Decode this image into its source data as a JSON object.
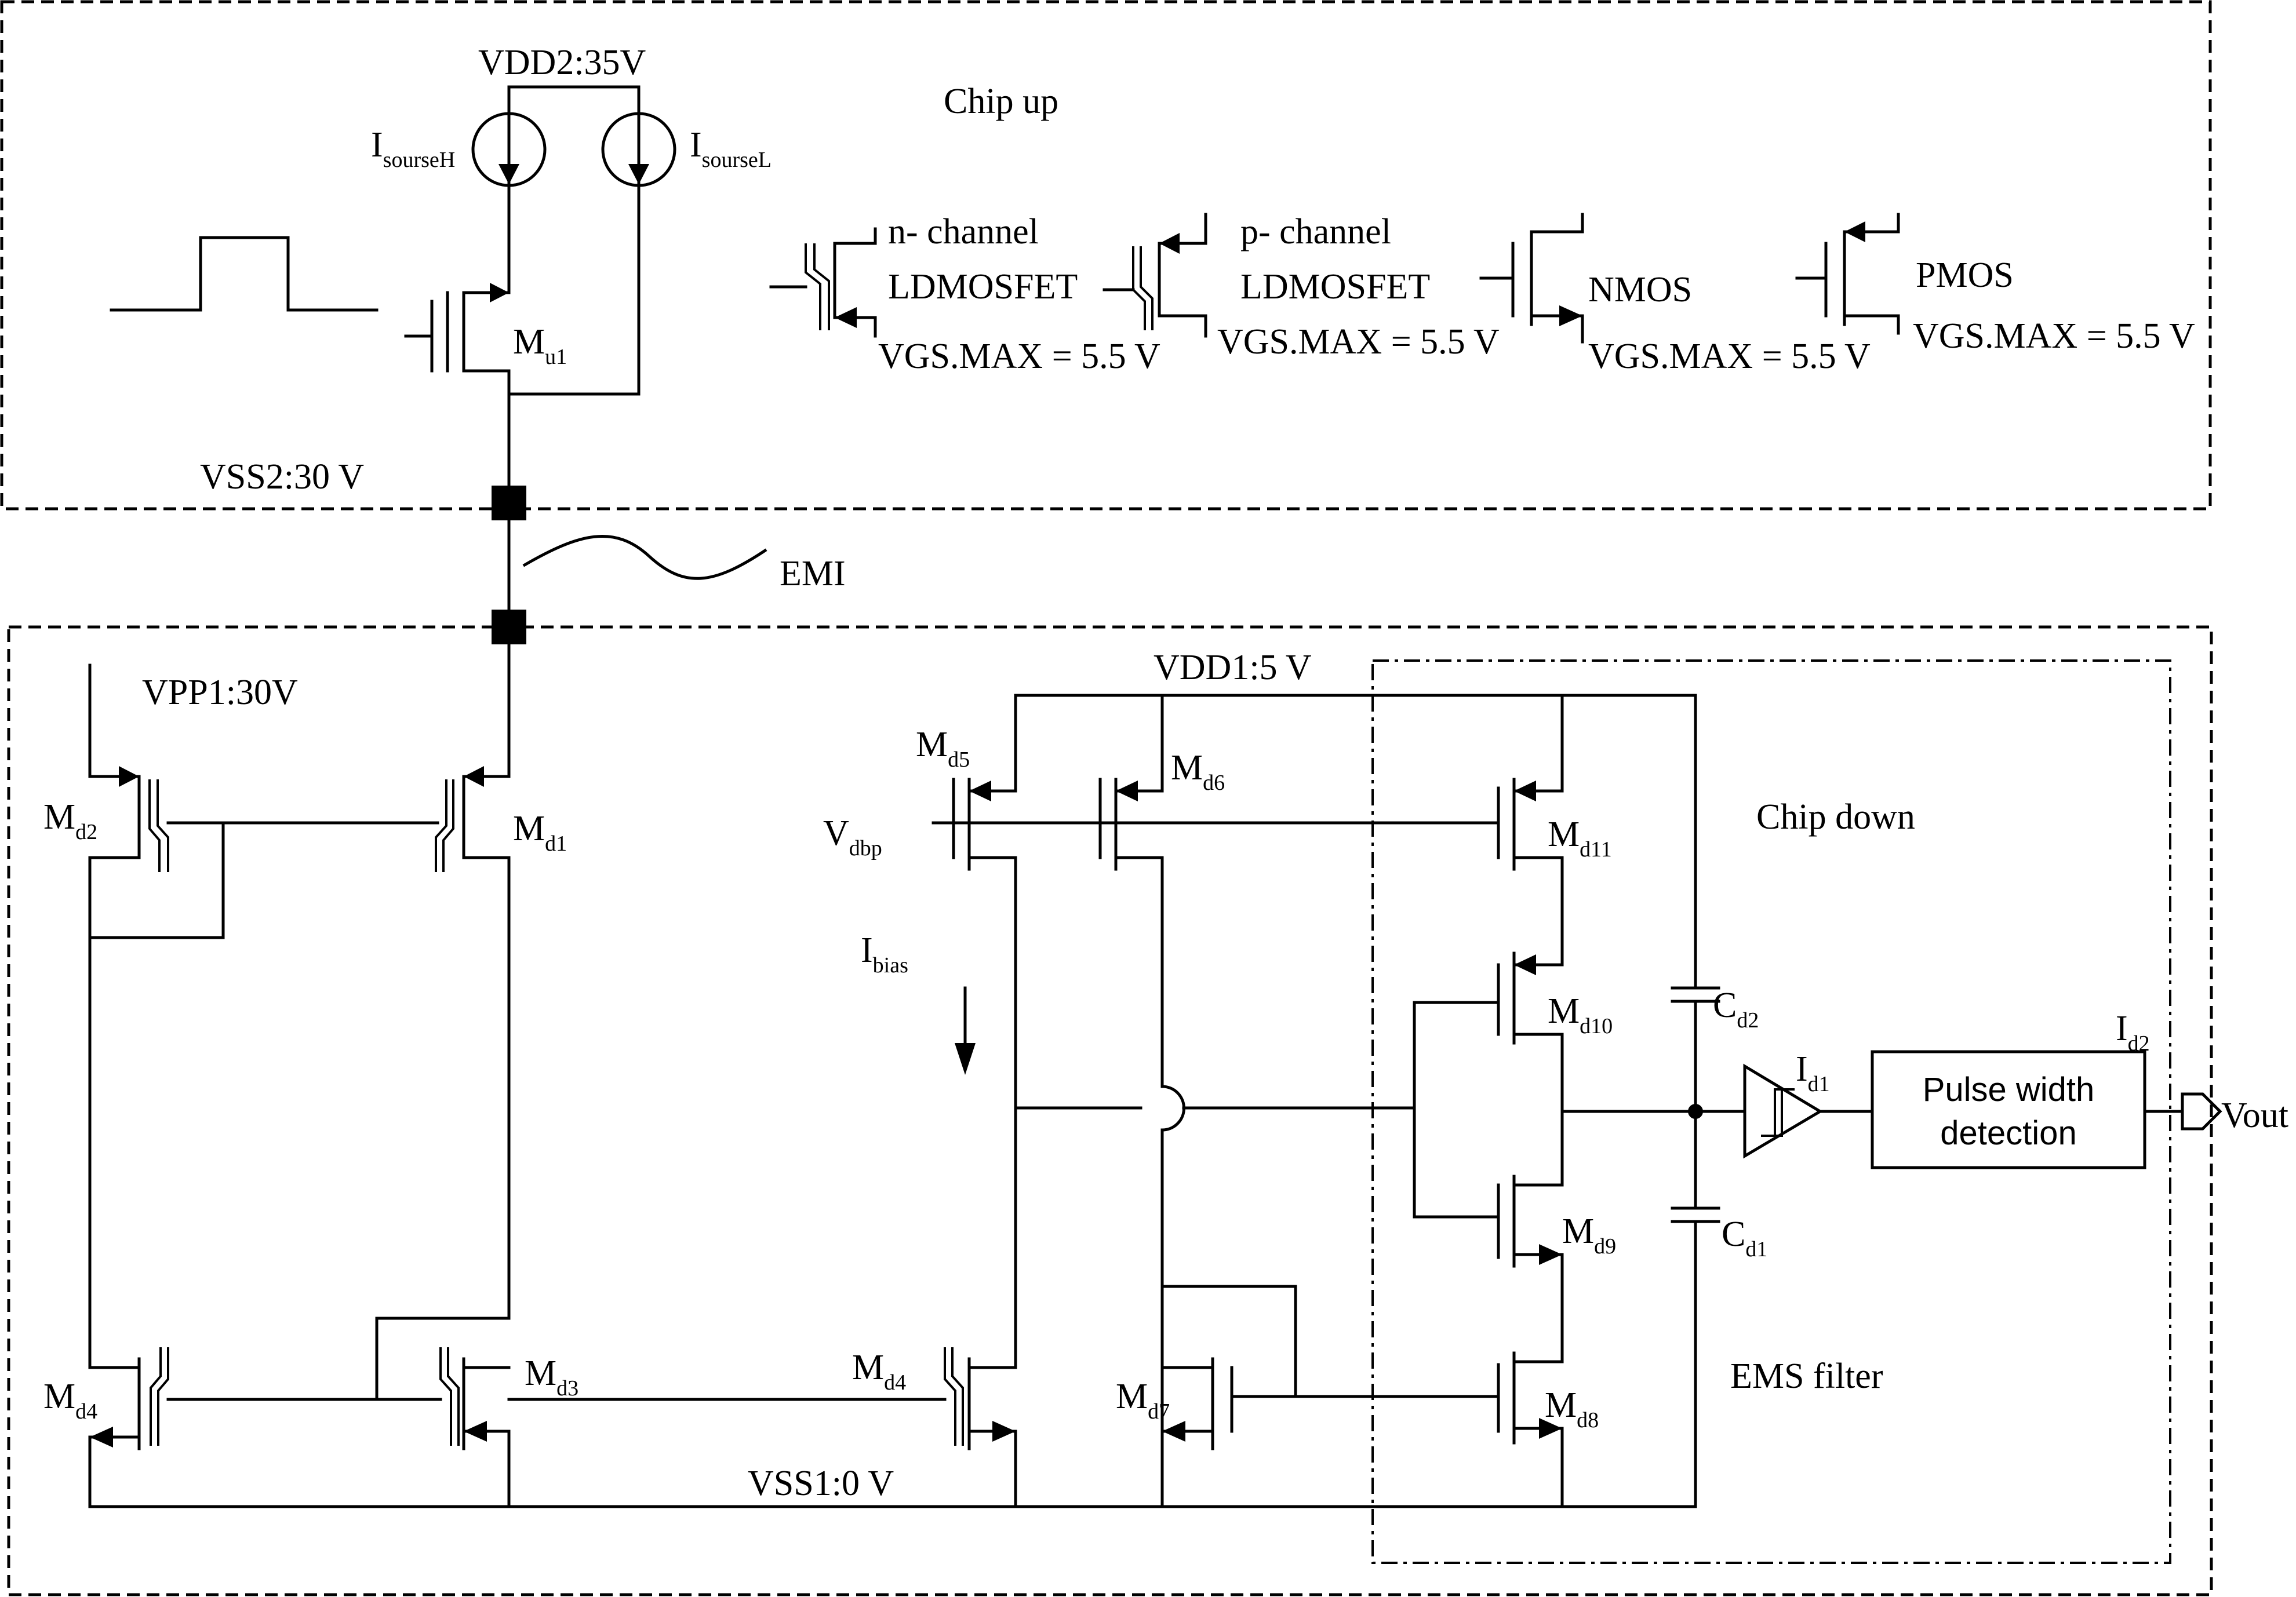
{
  "chip_up": {
    "title": "Chip up",
    "vdd2": "VDD2:35V",
    "vss2": "VSS2:30 V",
    "isource_h": {
      "main": "I",
      "sub": "sourseH"
    },
    "isource_l": {
      "main": "I",
      "sub": "sourseL"
    },
    "mu1": {
      "main": "M",
      "sub": "u1"
    }
  },
  "legend": {
    "n_ldmos_line1": "n- channel",
    "n_ldmos_line2": "LDMOSFET",
    "n_ldmos_vgs": "VGS.MAX = 5.5 V",
    "p_ldmos_line1": "p- channel",
    "p_ldmos_line2": "LDMOSFET",
    "p_ldmos_vgs": "VGS.MAX = 5.5 V",
    "nmos": "NMOS",
    "nmos_vgs": "VGS.MAX = 5.5 V",
    "pmos": "PMOS",
    "pmos_vgs": "VGS.MAX = 5.5 V"
  },
  "emi": "EMI",
  "chip_down": {
    "title": "Chip down",
    "vpp1": "VPP1:30V",
    "vdd1": "VDD1:5 V",
    "vss1": "VSS1:0 V",
    "ems_filter": "EMS filter",
    "vdbp": {
      "main": "V",
      "sub": "dbp"
    },
    "ibias": {
      "main": "I",
      "sub": "bias"
    },
    "md1": {
      "main": "M",
      "sub": "d1"
    },
    "md2": {
      "main": "M",
      "sub": "d2"
    },
    "md3": {
      "main": "M",
      "sub": "d3"
    },
    "md4_left": {
      "main": "M",
      "sub": "d4"
    },
    "md4_mid": {
      "main": "M",
      "sub": "d4"
    },
    "md5": {
      "main": "M",
      "sub": "d5"
    },
    "md6": {
      "main": "M",
      "sub": "d6"
    },
    "md7": {
      "main": "M",
      "sub": "d7"
    },
    "md8": {
      "main": "M",
      "sub": "d8"
    },
    "md9": {
      "main": "M",
      "sub": "d9"
    },
    "md10": {
      "main": "M",
      "sub": "d10"
    },
    "md11": {
      "main": "M",
      "sub": "d11"
    },
    "cd1": {
      "main": "C",
      "sub": "d1"
    },
    "cd2": {
      "main": "C",
      "sub": "d2"
    },
    "id1": {
      "main": "I",
      "sub": "d1"
    },
    "id2": {
      "main": "I",
      "sub": "d2"
    },
    "pwd_line1": "Pulse width",
    "pwd_line2": "detection",
    "vout": "Vout"
  }
}
